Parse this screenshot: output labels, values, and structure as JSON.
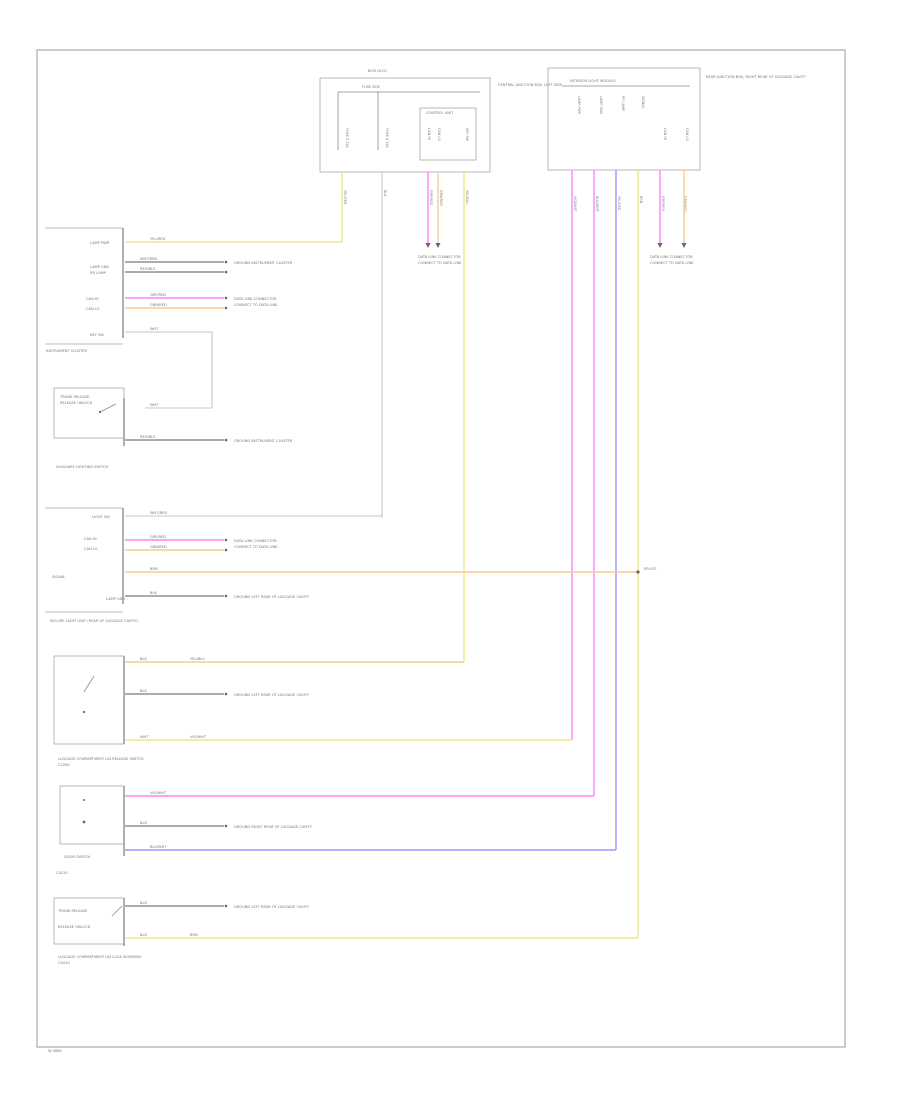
{
  "colors": {
    "yellow": "#f0e68c",
    "pink": "#ff80ff",
    "purple": "#9898ff",
    "orange": "#ffc890",
    "grey": "#b4b4b4",
    "dark": "#7a7a7a"
  },
  "labels": {
    "footer_code": "W 0880",
    "top_module_head": "BCM (K12)",
    "top_module_sub": "FUSE BOX",
    "top_module_side": "CENTRAL JUNCTION BOX, LEFT SIDE",
    "top_module_inner": "CONTROL UNIT",
    "top_fuse_a": "FUSE 3 15A",
    "top_fuse_b": "FUSE 4 15A",
    "right_module_head": "INTERIOR LIGHT MODULE",
    "right_module_side": "REAR JUNCTION BOX, RIGHT REAR OF LUGGAGE CAVITY",
    "comp_instr": "INSTRUMENT CLUSTER",
    "comp_aux": "AUXILIARY LIGHTING SWITCH",
    "comp_unit": "SECURE LIGHT UNIT (REAR OF LUGGAGE CAVITY)",
    "comp_lcl": "LUGGAGE COMPARTMENT LID RELEASE SWITCH",
    "comp_door": "DOOR SWITCH",
    "comp_lcl2": "LUGGAGE COMPARTMENT LID LOCK ASSEMBLY"
  },
  "diagram_text": {
    "wire_yel_red": "YEL/RED",
    "wire_red": "RED",
    "wire_red_blk": "RED/BLK",
    "wire_wht": "WHT",
    "wire_wht_red": "WHT/RED",
    "wire_yel_blu": "YEL/BLU",
    "wire_vio_wht": "VIO/WHT",
    "wire_blu_wht": "BLU/WHT",
    "wire_brn": "BRN",
    "wire_gry_red": "GRY/RED",
    "wire_grn_red": "GRN/RED",
    "wire_blk": "BLK",
    "pin_lamp_pwr": "LAMP PWR",
    "pin_lamp_gnd": "LAMP GND",
    "pin_rr_lamp": "RR LAMP",
    "pin_can_hi": "CAN HI",
    "pin_can_lo": "CAN LO",
    "pin_key_sw": "KEY SW",
    "pin_light_sw": "LIGHT SW",
    "pin_signal": "SIGNAL",
    "gnd_dash": "GROUND INSTRUMENT CLUSTER",
    "gnd_right": "GROUND RIGHT REAR OF LUGGAGE CAVITY",
    "gnd_left": "GROUND LEFT REAR OF LUGGAGE CAVITY",
    "can_a": "DATA LINK CONNECTOR",
    "can_b": "CONNECT TO DATA LINK",
    "splice": "SPLICE",
    "switch_a": "TRUNK RELEASE",
    "switch_b": "RELEASE UNLOCK",
    "conn_a": "C2280",
    "conn_b": "C4120",
    "conn_c": "C4410"
  }
}
